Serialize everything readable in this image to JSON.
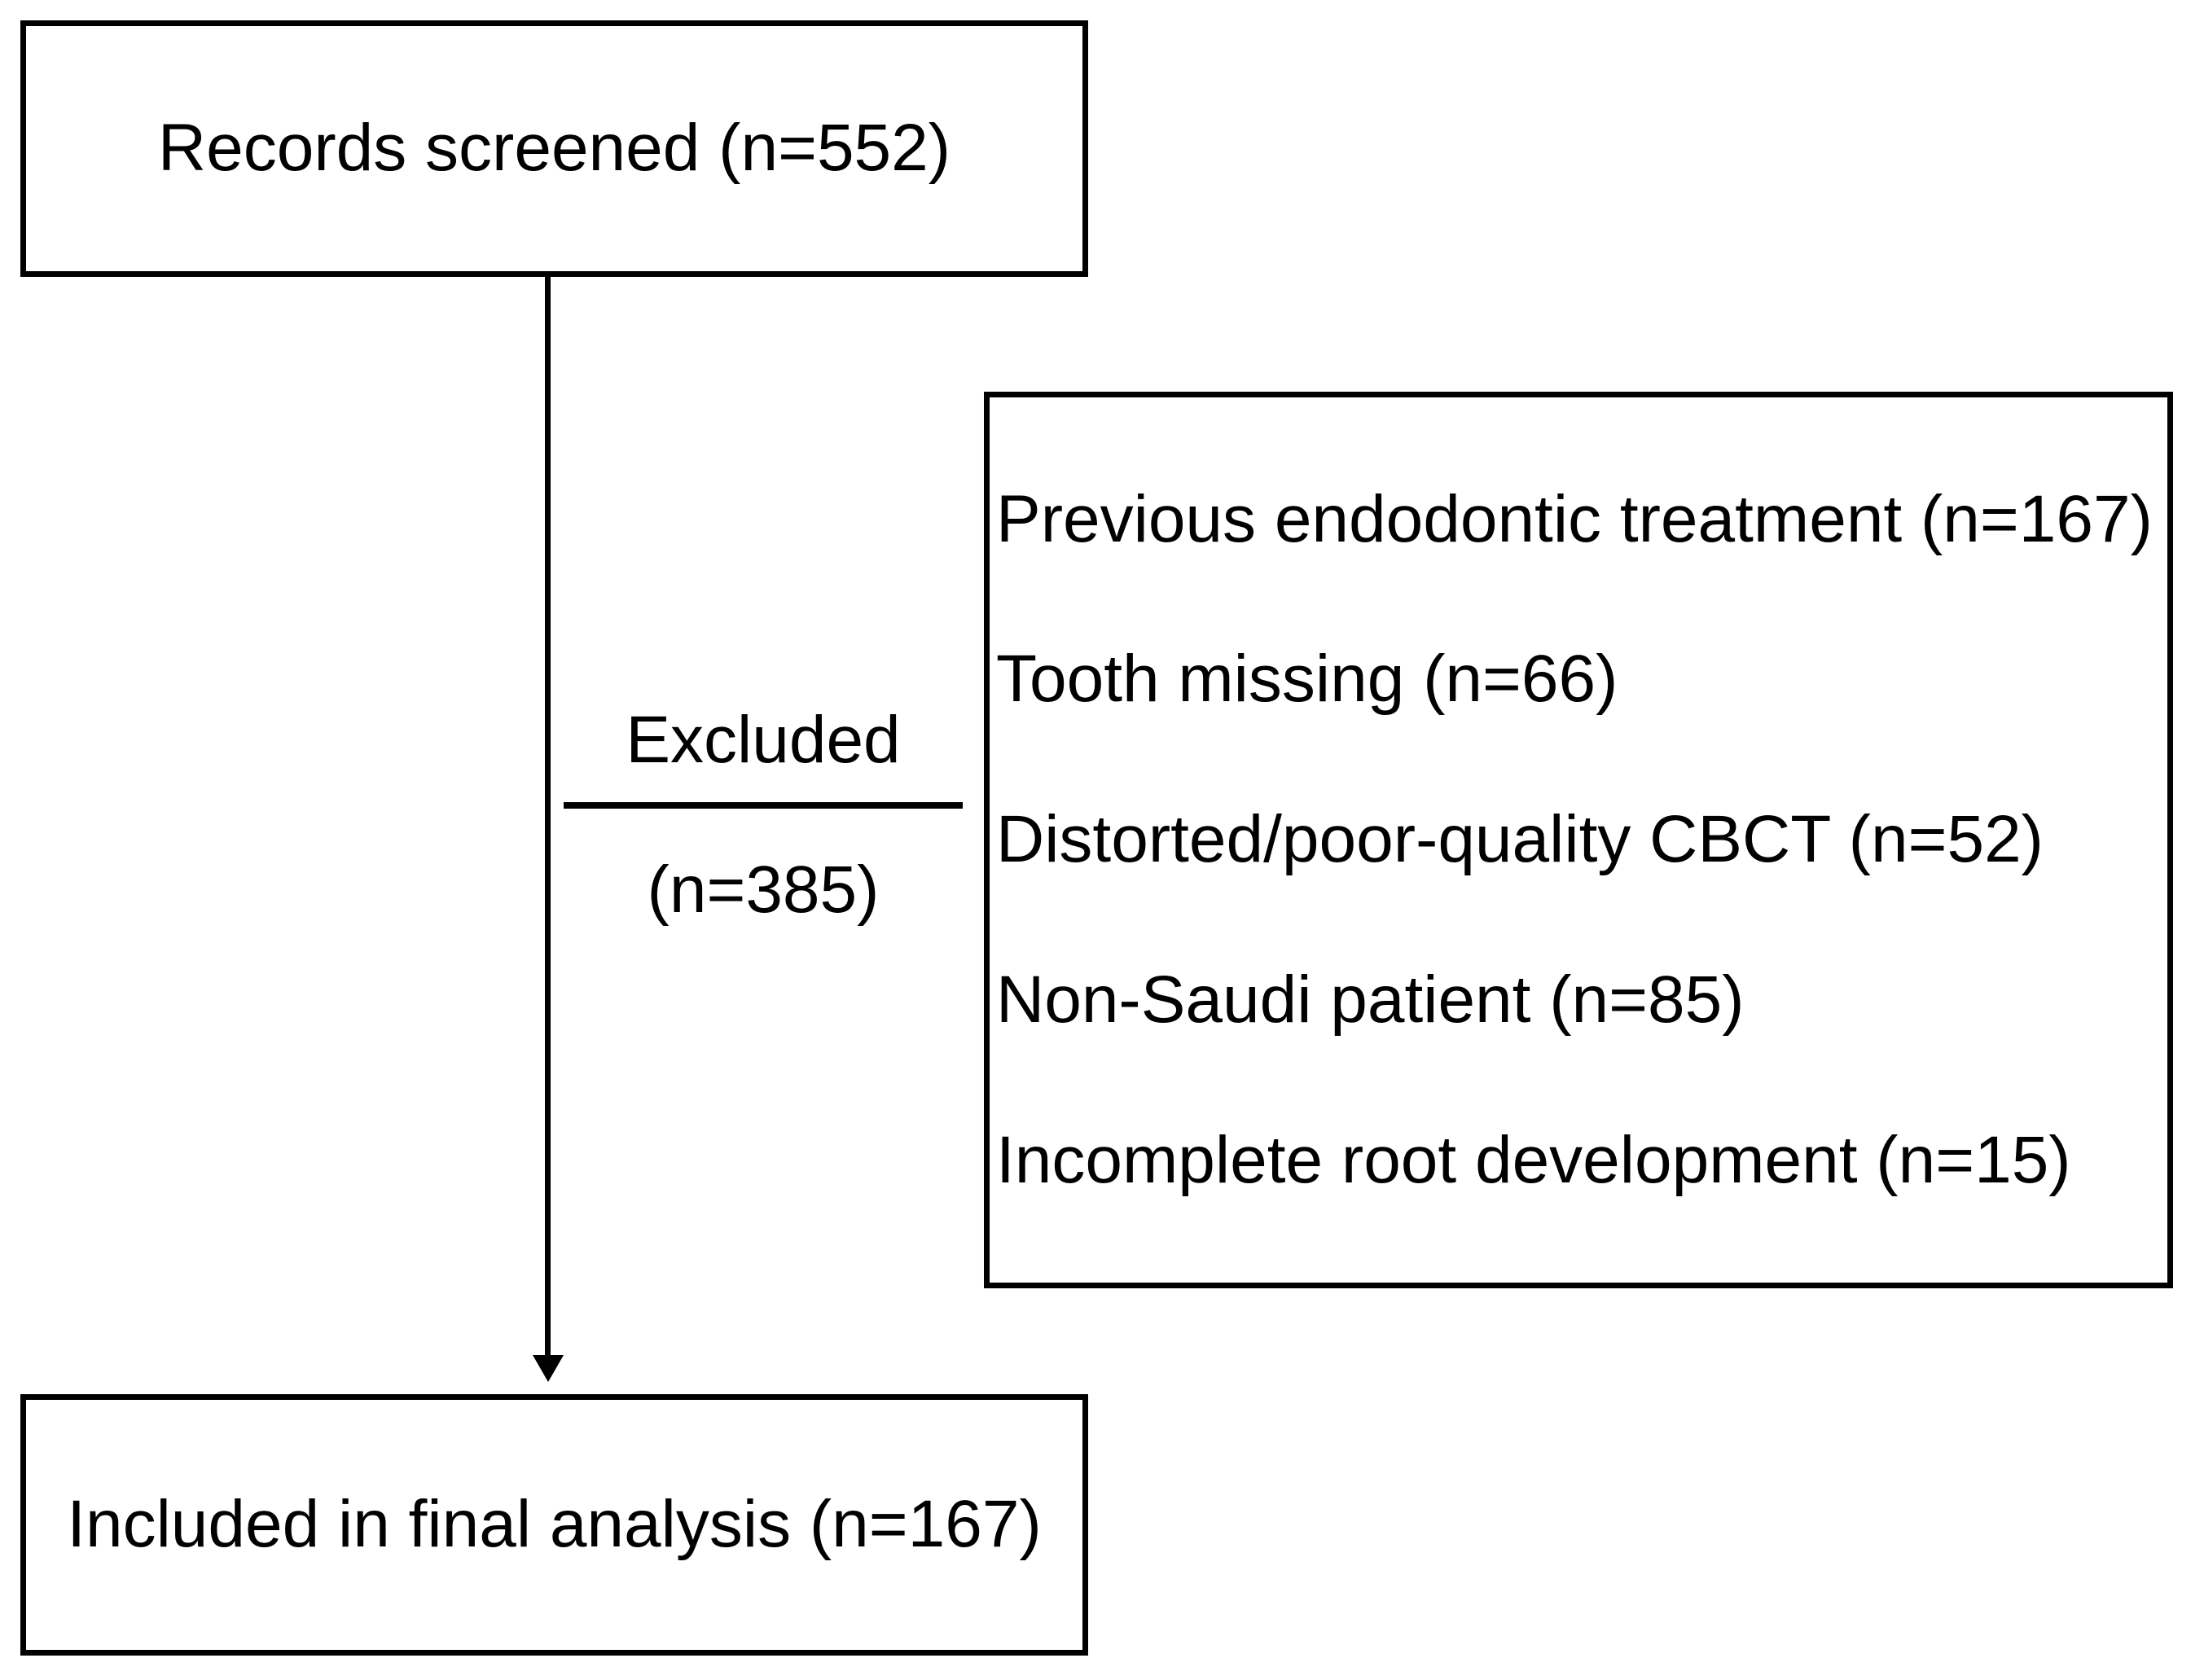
{
  "diagram": {
    "screened_box": {
      "label": "Records screened (n=552)"
    },
    "excluded_label": {
      "title": "Excluded",
      "count": "(n=385)"
    },
    "exclusion_reasons_box": {
      "items": [
        "Previous endodontic treatment (n=167)",
        "Tooth missing (n=66)",
        "Distorted/poor-quality CBCT (n=52)",
        "Non-Saudi patient (n=85)",
        "Incomplete root development (n=15)"
      ]
    },
    "included_box": {
      "label": "Included in final analysis (n=167)"
    },
    "colors": {
      "line": "#000000",
      "background": "#ffffff",
      "text": "#000000"
    }
  }
}
